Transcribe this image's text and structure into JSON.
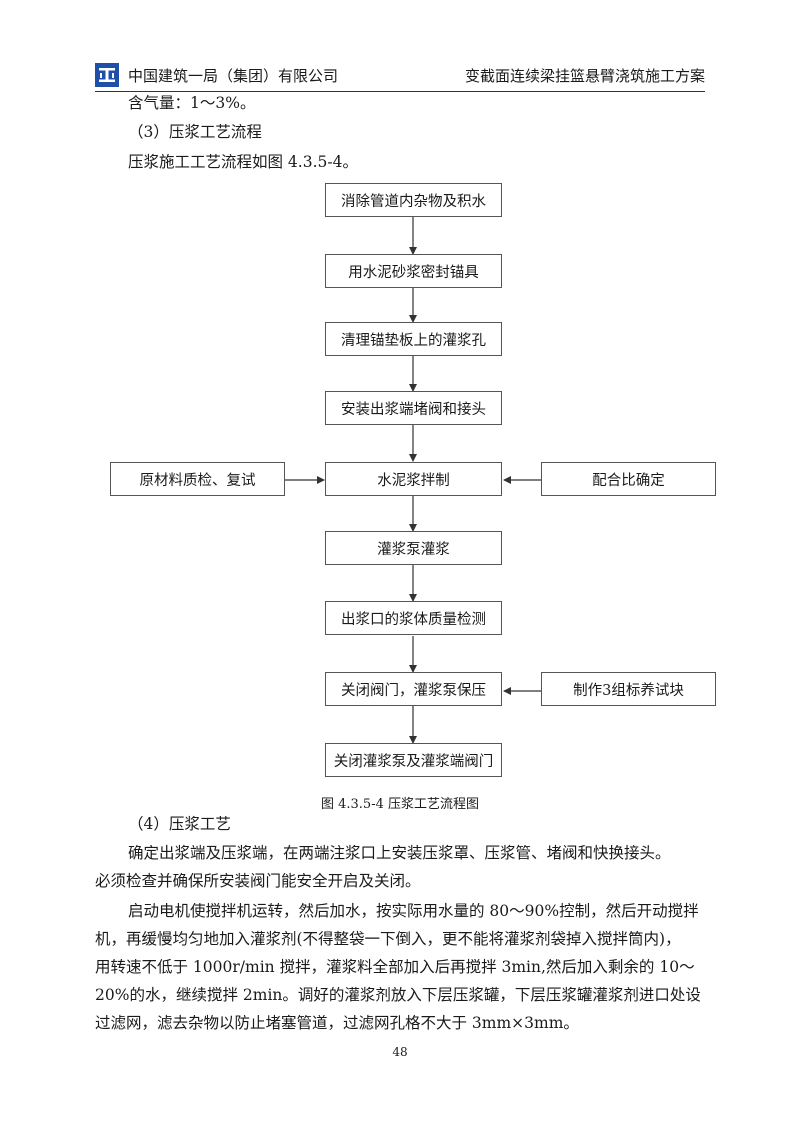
{
  "header": {
    "company": "中国建筑一局（集团）有限公司",
    "doc_title": "变截面连续梁挂篮悬臂浇筑施工方案",
    "logo_color": "#1f4fa8"
  },
  "paragraphs": {
    "p1": "含气量：1～3%。",
    "p2": "（3）压浆工艺流程",
    "p3": "压浆施工工艺流程如图 4.3.5-4。",
    "p4": "（4）压浆工艺",
    "p5_l1": "确定出浆端及压浆端，在两端注浆口上安装压浆罩、压浆管、堵阀和快换接头。",
    "p5_l2": "必须检查并确保所安装阀门能安全开启及关闭。",
    "p6_l1": "启动电机使搅拌机运转，然后加水，按实际用水量的 80～90%控制，然后开动搅拌",
    "p6_l2": "机，再缓慢均匀地加入灌浆剂(不得整袋一下倒入，更不能将灌浆剂袋掉入搅拌筒内)，",
    "p6_l3": "用转速不低于 1000r/min 搅拌，灌浆料全部加入后再搅拌 3min,然后加入剩余的 10～",
    "p6_l4": "20%的水，继续搅拌 2min。调好的灌浆剂放入下层压浆罐，下层压浆罐灌浆剂进口处设",
    "p6_l5": "过滤网，滤去杂物以防止堵塞管道，过滤网孔格不大于 3mm×3mm。"
  },
  "flowchart": {
    "steps": [
      "消除管道内杂物及积水",
      "用水泥砂浆密封锚具",
      "清理锚垫板上的灌浆孔",
      "安装出浆端堵阀和接头",
      "水泥浆拌制",
      "灌浆泵灌浆",
      "出浆口的浆体质量检测",
      "关闭阀门，灌浆泵保压",
      "关闭灌浆泵及灌浆端阀门"
    ],
    "side_left": "原材料质检、复试",
    "side_right_1": "配合比确定",
    "side_right_2": "制作3组标养试块",
    "caption": "图 4.3.5-4  压浆工艺流程图"
  },
  "page_number": "48"
}
